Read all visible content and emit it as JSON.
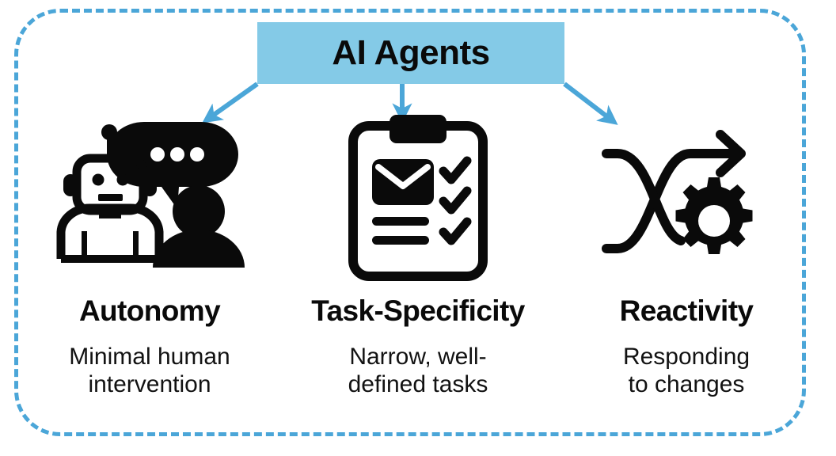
{
  "diagram": {
    "title": "AI Agents",
    "title_bg_color": "#84CAE7",
    "accent_color": "#4BA6D8",
    "text_color": "#0a0a0a",
    "frame_style": "dashed-rounded-rectangle",
    "arrow_count": 3
  },
  "columns": [
    {
      "icon_name": "robot-person-chat-icon",
      "heading": "Autonomy",
      "desc_line1": "Minimal human",
      "desc_line2": "intervention"
    },
    {
      "icon_name": "clipboard-checklist-envelope-icon",
      "heading": "Task-Specificity",
      "desc_line1": "Narrow, well-",
      "desc_line2": "defined tasks"
    },
    {
      "icon_name": "crossing-paths-arrow-gear-icon",
      "heading": "Reactivity",
      "desc_line1": "Responding",
      "desc_line2": "to changes"
    }
  ]
}
